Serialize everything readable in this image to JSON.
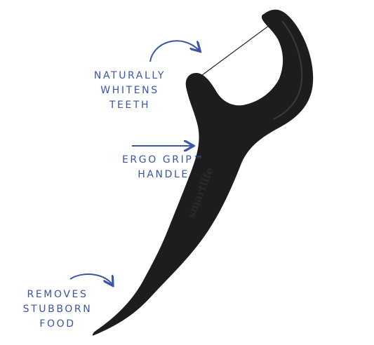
{
  "labels": {
    "whitens": [
      "NATURALLY",
      "WHITENS",
      "TEETH"
    ],
    "grip": [
      "ERGO GRIP™",
      "HANDLE"
    ],
    "removes": [
      "REMOVES",
      "STUBBORN",
      "FOOD"
    ]
  },
  "product": {
    "brand_mark": "smartlife"
  },
  "colors": {
    "accent": "#3c55a6",
    "body": "#1d1d1f"
  }
}
